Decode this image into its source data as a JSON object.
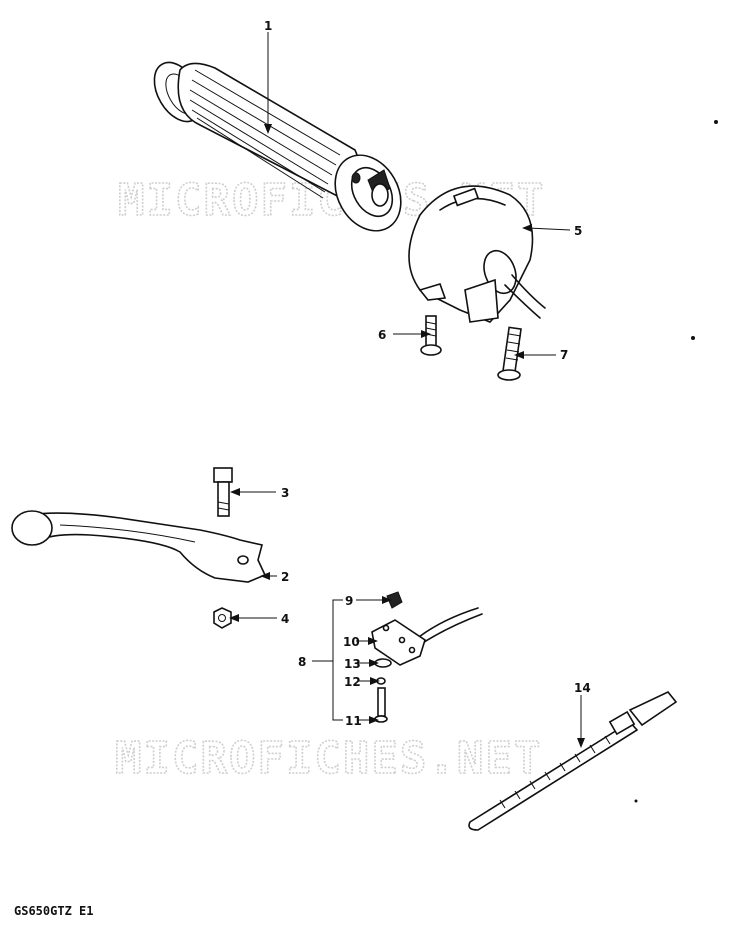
{
  "watermark": "MICROFICHES.NET",
  "model_code": "GS650GTZ E1",
  "callouts": {
    "c1": "1",
    "c2": "2",
    "c3": "3",
    "c4": "4",
    "c5": "5",
    "c6": "6",
    "c7": "7",
    "c8": "8",
    "c9": "9",
    "c10": "10",
    "c11": "11",
    "c12": "12",
    "c13": "13",
    "c14": "14"
  }
}
